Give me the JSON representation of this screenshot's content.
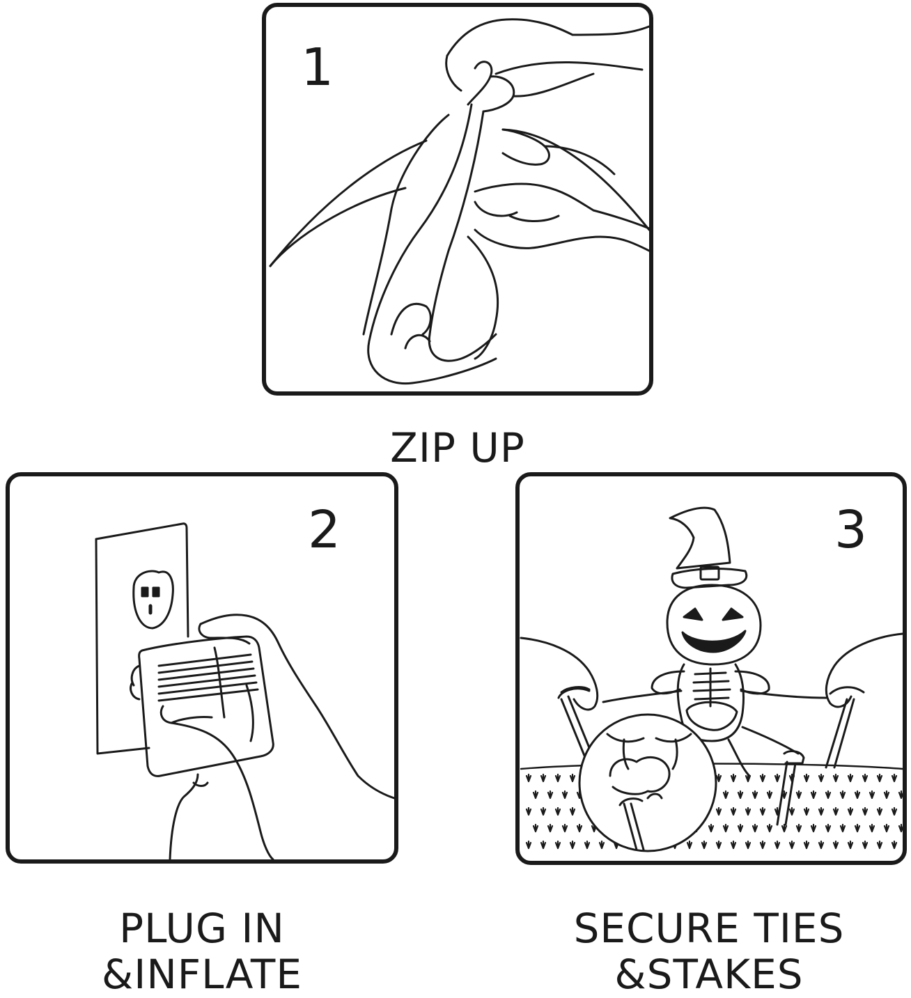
{
  "steps": [
    {
      "number": "1",
      "caption_lines": [
        "ZIP UP"
      ]
    },
    {
      "number": "2",
      "caption_lines": [
        "PLUG IN",
        "&INFLATE"
      ]
    },
    {
      "number": "3",
      "caption_lines": [
        "SECURE TIES",
        "&STAKES"
      ]
    }
  ],
  "colors": {
    "ink": "#1a1a1a",
    "background": "#ffffff"
  }
}
